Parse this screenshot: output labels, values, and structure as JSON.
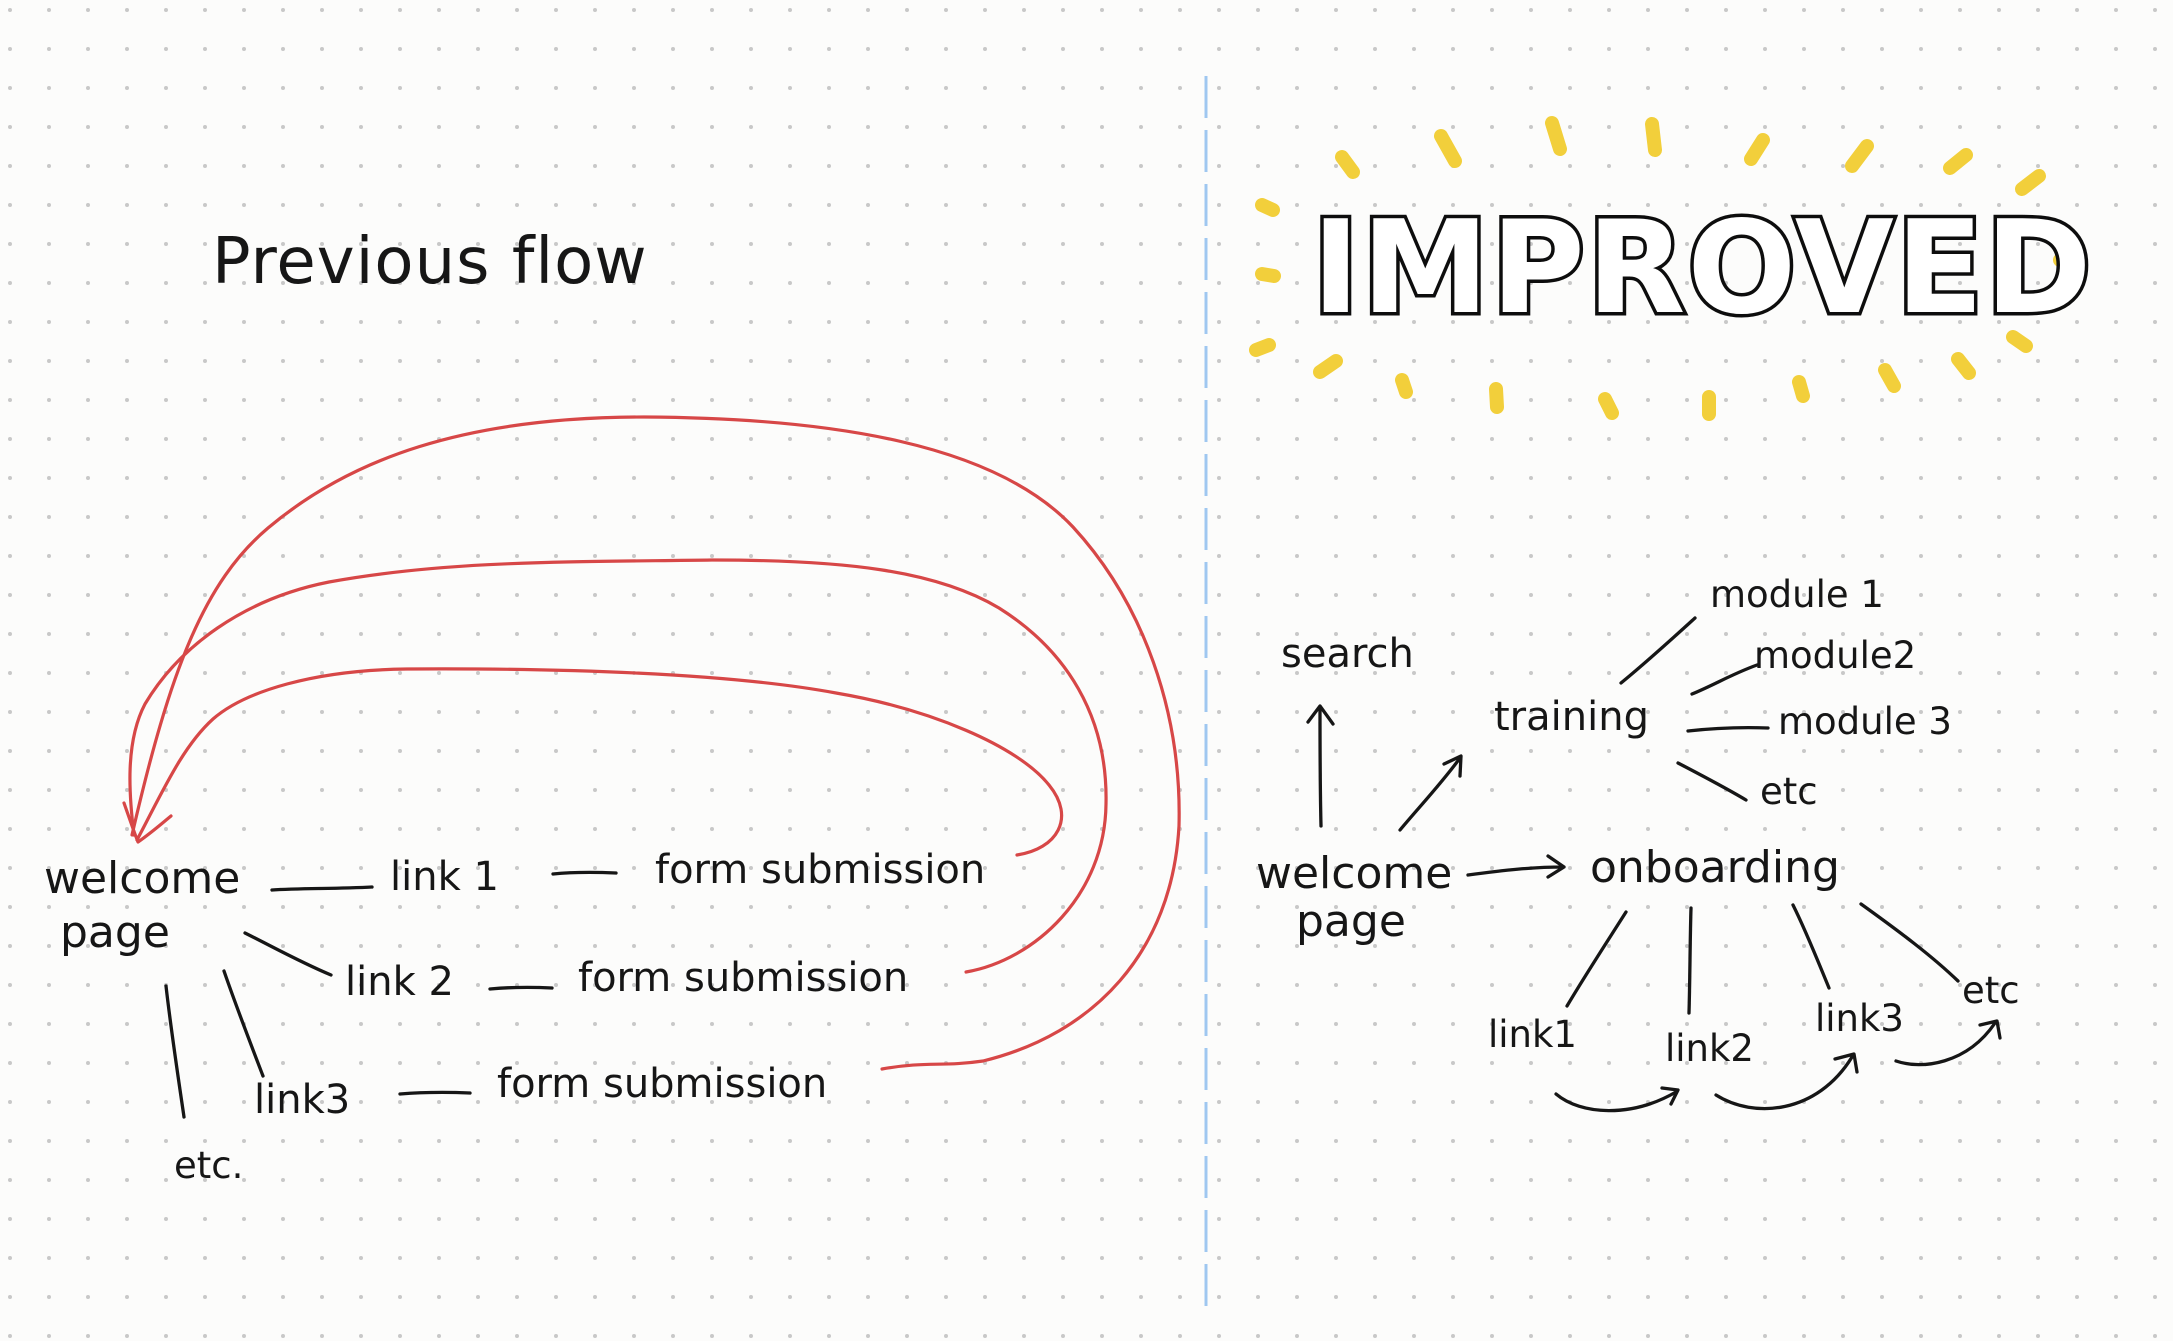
{
  "left_panel": {
    "title": "Previous flow",
    "nodes": {
      "welcome_line1": "welcome",
      "welcome_line2": "page",
      "link1": "link 1",
      "link2": "link 2",
      "link3": "link3",
      "etc": "etc.",
      "form1": "form submission",
      "form2": "form submission",
      "form3": "form submission"
    }
  },
  "right_panel": {
    "title": "IMPROVED",
    "nodes": {
      "search": "search",
      "training": "training",
      "module1": "module 1",
      "module2": "module2",
      "module3": "module 3",
      "training_etc": "etc",
      "welcome_line1": "welcome",
      "welcome_line2": "page",
      "onboarding": "onboarding",
      "link1": "link1",
      "link2": "link2",
      "link3": "link3",
      "onboarding_etc": "etc"
    }
  },
  "colors": {
    "paper": "#fcfcfb",
    "ink": "#151515",
    "return_arrows": "#d74646",
    "highlight_rays": "#f2cf3a",
    "divider": "#9fc7f0",
    "dots": "#c8c8c8"
  }
}
